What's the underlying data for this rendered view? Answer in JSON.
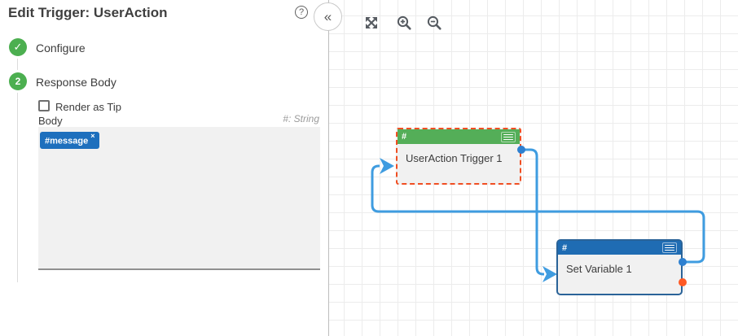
{
  "panel": {
    "title": "Edit Trigger: UserAction",
    "help_label": "?",
    "collapse_label": "«",
    "steps": [
      {
        "marker": "✓",
        "label": "Configure",
        "state": "complete"
      },
      {
        "marker": "2",
        "label": "Response Body",
        "state": "active"
      }
    ],
    "render_as_tip": {
      "label": "Render as Tip",
      "checked": false
    },
    "body": {
      "label": "Body",
      "type_hint": "#: String",
      "chips": [
        {
          "text": "#message",
          "remove": "×"
        }
      ]
    }
  },
  "canvas": {
    "toolbar": {
      "fit": "fit-view",
      "zoom_in": "zoom-in",
      "zoom_out": "zoom-out"
    },
    "nodes": [
      {
        "header": "#",
        "label": "UserAction Trigger 1",
        "selected": true,
        "header_color": "#54ae58"
      },
      {
        "header": "#",
        "label": "Set Variable 1",
        "selected": false,
        "header_color": "#1f6cb3"
      }
    ],
    "edges": [
      {
        "from": "UserAction Trigger 1",
        "to": "Set Variable 1"
      },
      {
        "from": "Set Variable 1",
        "to": "UserAction Trigger 1"
      }
    ],
    "colors": {
      "edge": "#3f9ce0",
      "output_port": "#2e80d0",
      "error_port": "#ff5a25",
      "selection": "#f04f23",
      "grid_line": "#ececec"
    }
  }
}
